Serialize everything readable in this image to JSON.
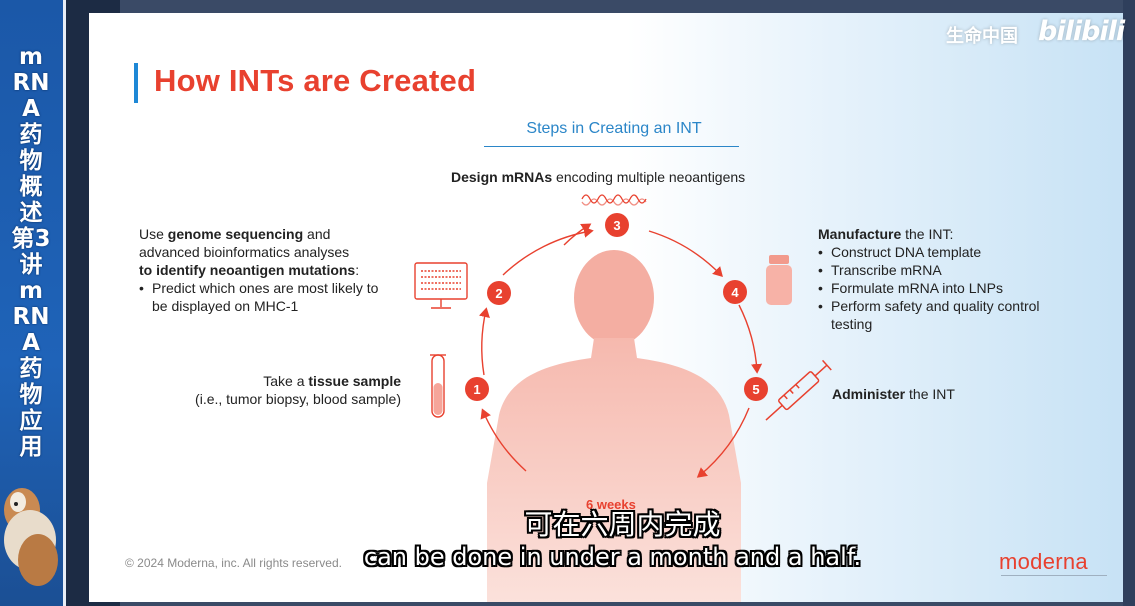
{
  "sidebar": {
    "title": "mRNA药物概述 第3讲 mRNA药物应用"
  },
  "watermark": {
    "channel": "生命中国",
    "site_logo": "bilibili"
  },
  "slide": {
    "title": "How INTs are Created",
    "subtitle": "Steps in Creating an INT",
    "steps": [
      {
        "number": "1",
        "pre": "Take a ",
        "bold": "tissue sample",
        "post": "",
        "detail": "(i.e., tumor biopsy, blood sample)"
      },
      {
        "number": "2",
        "line1_pre": "Use ",
        "line1_bold": "genome sequencing",
        "line1_post": " and",
        "line2": "advanced bioinformatics analyses",
        "line3_bold": "to identify neoantigen mutations",
        "line3_post": ":",
        "bullets": [
          "Predict which ones are most likely to be displayed on MHC-1"
        ]
      },
      {
        "number": "3",
        "bold": "Design mRNAs",
        "post": " encoding multiple neoantigens"
      },
      {
        "number": "4",
        "bold": "Manufacture",
        "post": " the INT:",
        "bullets": [
          "Construct DNA template",
          "Transcribe mRNA",
          "Formulate mRNA into LNPs",
          "Perform safety and quality control testing"
        ]
      },
      {
        "number": "5",
        "bold": "Administer",
        "post": " the INT"
      }
    ],
    "weeks_label": "6 weeks",
    "copyright": "© 2024 Moderna, inc. All rights reserved.",
    "logo": "moderna"
  },
  "subtitles": {
    "chinese": "可在六周内完成",
    "english": "can be done in under a month and a half."
  },
  "colors": {
    "accent": "#e8412f",
    "blue": "#2b86c8",
    "banner": "#1f63b8"
  }
}
